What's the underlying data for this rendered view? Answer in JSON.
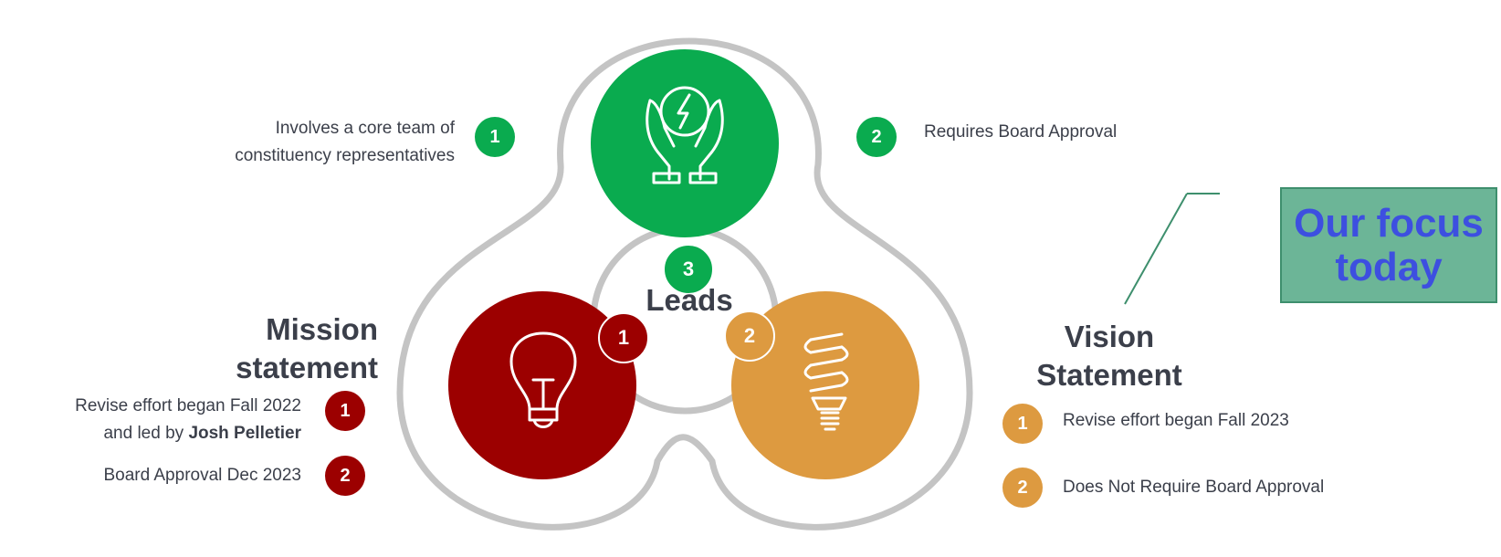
{
  "center": {
    "label": "Leads",
    "badge": "3"
  },
  "top": {
    "left_note": {
      "badge": "1",
      "lines": [
        "Involves  a core team of",
        "constituency representatives"
      ]
    },
    "right_note": {
      "badge": "2",
      "text": "Requires  Board Approval"
    }
  },
  "mission": {
    "title_lines": [
      "Mission",
      "statement"
    ],
    "circle_badge": "1",
    "items": [
      {
        "badge": "1",
        "line1": "Revise  effort  began Fall 2022",
        "line2_prefix": "and led by ",
        "line2_bold": "Josh  Pelletier"
      },
      {
        "badge": "2",
        "text": "Board Approval  Dec 2023"
      }
    ]
  },
  "vision": {
    "title_lines": [
      "Vision",
      "Statement"
    ],
    "circle_badge": "2",
    "items": [
      {
        "badge": "1",
        "text": "Revise  effort  began Fall 2023"
      },
      {
        "badge": "2",
        "text": "Does  Not Require  Board Approval"
      }
    ]
  },
  "callout": {
    "lines": [
      "Our focus",
      "today"
    ]
  },
  "colors": {
    "green": "#0aab4f",
    "red": "#9c0000",
    "orange": "#dd9a40",
    "outline": "#c4c4c4",
    "focus_bg": "#6cb597",
    "focus_text": "#3d4fe0"
  },
  "icons": [
    "energy-hands-icon",
    "lightbulb-icon",
    "cfl-bulb-icon"
  ]
}
